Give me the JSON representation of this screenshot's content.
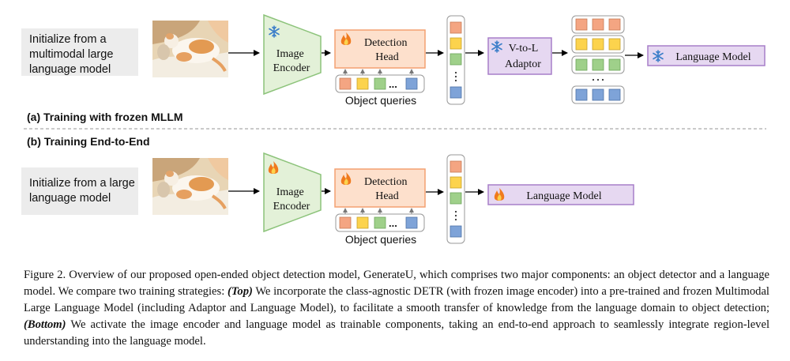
{
  "panel_a": {
    "init_text": [
      "Initialize from a",
      "multimodal large",
      "language model"
    ],
    "image_encoder": [
      "Image",
      "Encoder"
    ],
    "detection_head": [
      "Detection",
      "Head"
    ],
    "object_queries": "Object queries",
    "adaptor": [
      "V-to-L",
      "Adaptor"
    ],
    "language_model": "Language Model",
    "section_label": "(a) Training with frozen MLLM"
  },
  "panel_b": {
    "section_label": "(b) Training End-to-End",
    "init_text": [
      "Initialize from a large",
      "language model"
    ],
    "image_encoder": [
      "Image",
      "Encoder"
    ],
    "detection_head": [
      "Detection",
      "Head"
    ],
    "object_queries": "Object queries",
    "language_model": "Language Model"
  },
  "ellipsis": "...",
  "caption": {
    "p1": "Figure 2. Overview of our proposed open-ended object detection model, GenerateU, which comprises two major components: an object detector and a language model. We compare two training strategies: ",
    "top": "(Top)",
    "p2": " We incorporate the class-agnostic DETR (with frozen image encoder) into a pre-trained and frozen Multimodal Large Language Model (including Adaptor and Language Model), to facilitate a smooth transfer of knowledge from the language domain to object detection; ",
    "bottom": "(Bottom)",
    "p3": " We activate the image encoder and language model as trainable components, taking an end-to-end approach to seamlessly integrate region-level understanding into the language model."
  },
  "colors": {
    "orange": "#f4a582",
    "yellow": "#fcd34d",
    "green": "#9fd08a",
    "blue": "#7ea3d8",
    "encoder_fill": "#e3f1d8",
    "encoder_stroke": "#8cc37a",
    "head_fill": "#fde0cc",
    "head_stroke": "#f4a071",
    "lm_fill": "#e6d8f1",
    "lm_stroke": "#a77fc9",
    "panel_grey": "#ececec"
  },
  "icons": [
    "snowflake-icon",
    "fire-icon"
  ]
}
